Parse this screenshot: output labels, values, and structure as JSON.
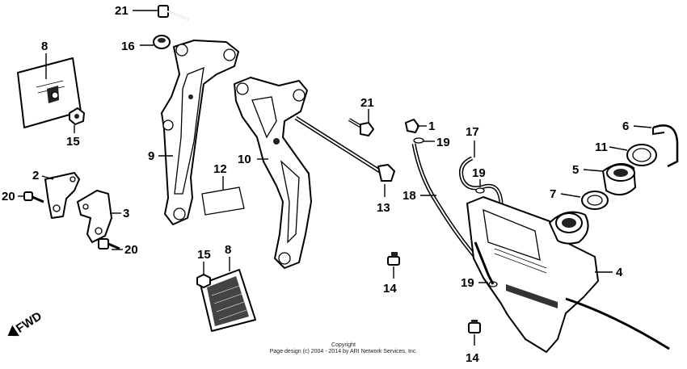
{
  "callouts": {
    "c1": "1",
    "c2": "2",
    "c3": "3",
    "c4": "4",
    "c5": "5",
    "c6": "6",
    "c7": "7",
    "c8a": "8",
    "c8b": "8",
    "c9": "9",
    "c10": "10",
    "c11": "11",
    "c12": "12",
    "c13": "13",
    "c14a": "14",
    "c14b": "14",
    "c15a": "15",
    "c15b": "15",
    "c16": "16",
    "c17": "17",
    "c18": "18",
    "c19a": "19",
    "c19b": "19",
    "c19c": "19",
    "c20a": "20",
    "c20b": "20",
    "c21a": "21",
    "c21b": "21"
  },
  "fwd_label": "FWD",
  "copyright": {
    "line1": "Copyright",
    "line2": "Page design (c) 2004 - 2014 by ARI Network Services, Inc."
  }
}
